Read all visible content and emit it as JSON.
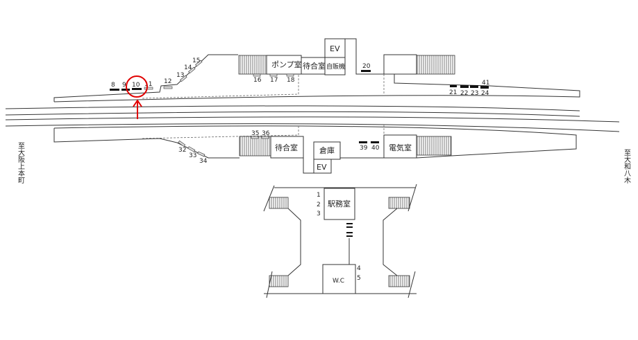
{
  "directions": {
    "left": "至大阪上本町",
    "right": "至大和八木"
  },
  "rooms": {
    "pump": "ポンプ室",
    "waiting_upper": "待合室",
    "ev_upper": "EV",
    "vending": "自販機",
    "waiting_lower": "待合室",
    "storage": "倉庫",
    "ev_lower": "EV",
    "electric": "電気室",
    "station_office": "駅務室",
    "wc": "W.C"
  },
  "markers": [
    "1",
    "2",
    "3",
    "4",
    "5",
    "8",
    "9",
    "10",
    "11",
    "12",
    "13",
    "14",
    "15",
    "16",
    "17",
    "18",
    "20",
    "21",
    "22",
    "23",
    "24",
    "41",
    "32",
    "33",
    "34",
    "35",
    "36",
    "39",
    "40"
  ],
  "highlight": {
    "marker": "10",
    "color": "#e00000"
  }
}
